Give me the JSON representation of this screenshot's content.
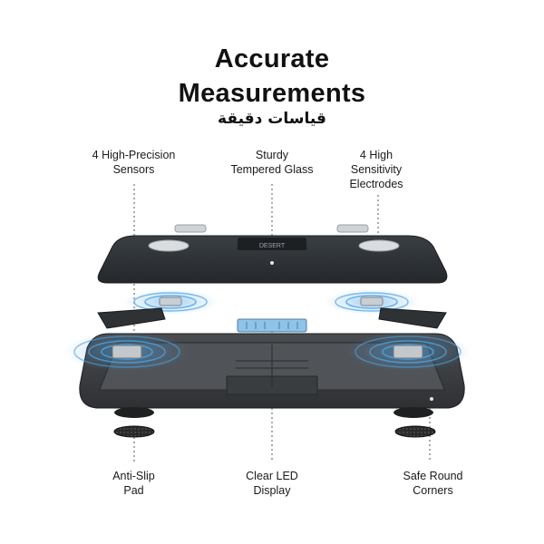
{
  "heading": {
    "line1": "Accurate",
    "line2": "Measurements",
    "arabic": "قياسات دقيقة"
  },
  "callouts": {
    "sensors": {
      "line1": "4 High-Precision",
      "line2": "Sensors"
    },
    "glass": {
      "line1": "Sturdy",
      "line2": "Tempered Glass"
    },
    "electrodes": {
      "line1": "4 High",
      "line2": "Sensitivity",
      "line3": "Electrodes"
    },
    "pad": {
      "line1": "Anti-Slip",
      "line2": "Pad"
    },
    "display": {
      "line1": "Clear LED",
      "line2": "Display"
    },
    "corners": {
      "line1": "Safe Round",
      "line2": "Corners"
    }
  },
  "product": {
    "brand_text": "DESERT",
    "colors": {
      "glass": "#2b2f33",
      "frame": "#3a3d40",
      "sensor_glow": "#4aa3e6",
      "led": "#8fc3e8"
    }
  }
}
